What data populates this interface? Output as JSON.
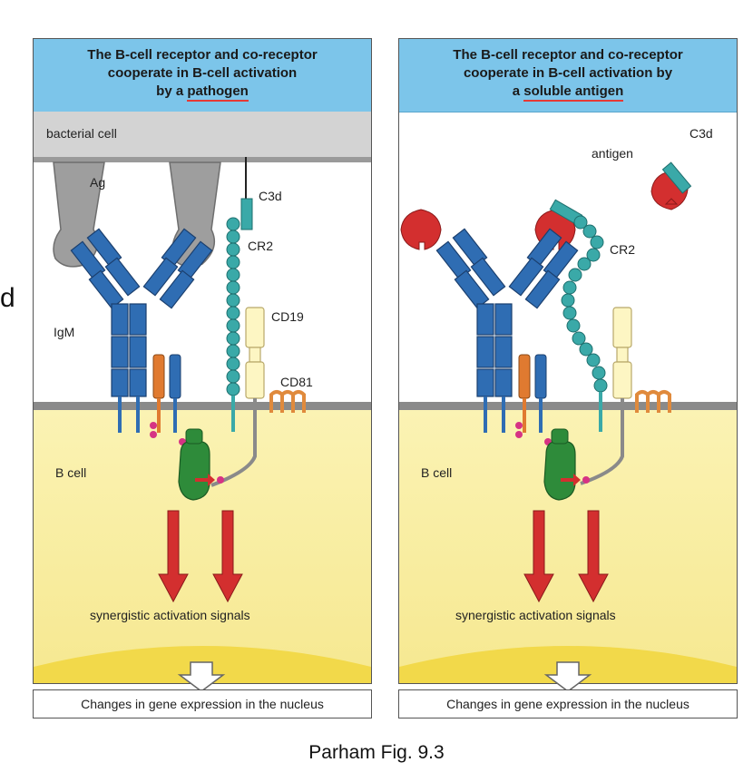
{
  "stray_glyph": "d",
  "left_panel": {
    "header_line1": "The B-cell receptor and co-receptor",
    "header_line2": "cooperate in B-cell activation",
    "header_line3_prefix": "by a ",
    "header_line3_underlined": "pathogen",
    "labels": {
      "bacterial_cell": "bacterial cell",
      "ag": "Ag",
      "c3d": "C3d",
      "cr2": "CR2",
      "cd19": "CD19",
      "cd81": "CD81",
      "igm": "IgM",
      "b_cell": "B cell",
      "signals": "synergistic activation signals"
    },
    "footer": "Changes in gene expression in the nucleus"
  },
  "right_panel": {
    "header_line1": "The B-cell receptor and co-receptor",
    "header_line2": "cooperate in B-cell activation by",
    "header_line3_prefix": "a ",
    "header_line3_underlined": "soluble antigen",
    "labels": {
      "c3d": "C3d",
      "antigen": "antigen",
      "cr2": "CR2",
      "b_cell": "B cell",
      "signals": "synergistic activation signals"
    },
    "footer": "Changes in gene expression in the nucleus"
  },
  "caption": "Parham Fig. 9.3",
  "colors": {
    "header_bg": "#7cc5ea",
    "antibody_blue": "#2f6db3",
    "cr2_teal": "#3aa9a8",
    "cd19_cream": "#fdf6c3",
    "cd81_orange": "#e08a3c",
    "kinase_green": "#2e8b3a",
    "arrow_red": "#d32f2f",
    "antigen_red": "#d32f2f",
    "b_cell_yellow": "#fbf3b4",
    "bacterial_grey": "#cfcfcf",
    "phospho_pink": "#d63384"
  }
}
